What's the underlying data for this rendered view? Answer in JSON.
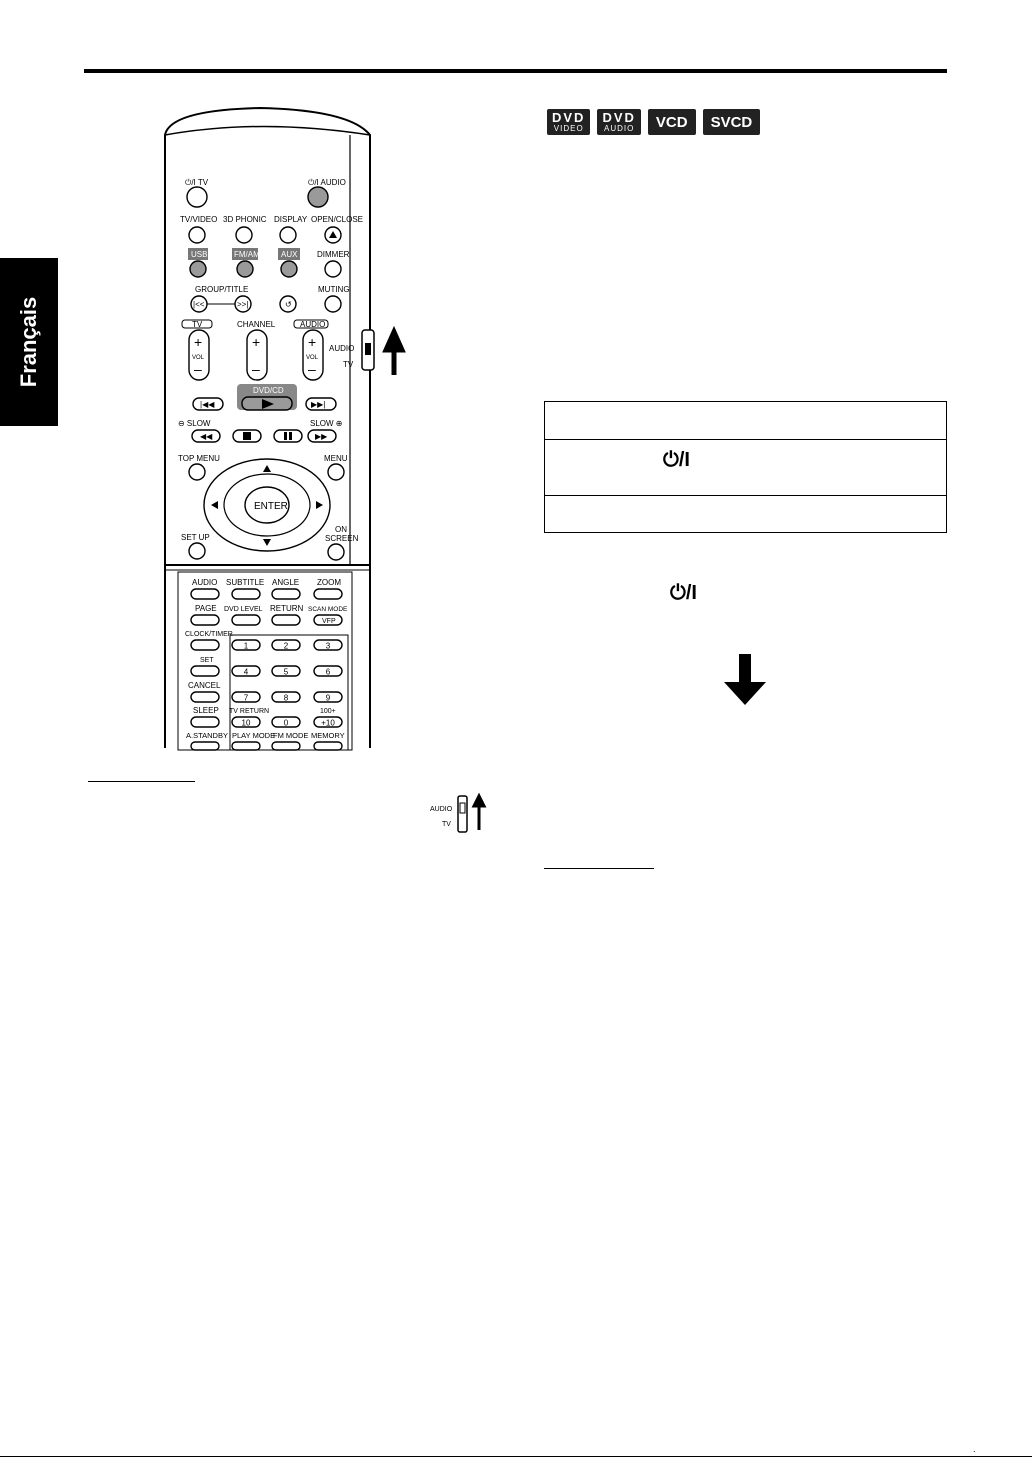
{
  "sidebar": {
    "language_tab": "Français"
  },
  "disc_logos": [
    {
      "top": "DVD",
      "bottom": "VIDEO"
    },
    {
      "top": "DVD",
      "bottom": "AUDIO"
    },
    {
      "single": "VCD"
    },
    {
      "single": "SVCD"
    }
  ],
  "remote": {
    "power_tv": "⏻/I TV",
    "power_audio": "⏻/I AUDIO",
    "tv_video": "TV/VIDEO",
    "phonic_3d": "3D PHONIC",
    "display": "DISPLAY",
    "open_close": "OPEN/CLOSE",
    "usb": "USB",
    "fm_am": "FM/AM",
    "aux": "AUX",
    "dimmer": "DIMMER",
    "group_title": "GROUP/TITLE",
    "muting": "MUTING",
    "tv_box": "TV",
    "channel": "CHANNEL",
    "audio_box": "AUDIO",
    "vol": "VOL",
    "switch_audio": "AUDIO",
    "switch_tv": "TV",
    "dvd_cd": "DVD/CD",
    "slow_minus": "⊖ SLOW",
    "slow_plus": "SLOW ⊕",
    "top_menu": "TOP MENU",
    "menu": "MENU",
    "enter": "ENTER",
    "set_up": "SET UP",
    "on_screen_1": "ON",
    "on_screen_2": "SCREEN",
    "audio": "AUDIO",
    "subtitle": "SUBTITLE",
    "angle": "ANGLE",
    "zoom": "ZOOM",
    "page": "PAGE",
    "dvd_level": "DVD LEVEL",
    "return": "RETURN",
    "scan_mode": "SCAN MODE",
    "vfp": "VFP",
    "clock_timer": "CLOCK/TIMER",
    "set": "SET",
    "cancel": "CANCEL",
    "sleep": "SLEEP",
    "tv_return": "TV RETURN",
    "hundred_plus": "100+",
    "plus_ten": "+10",
    "a_standby": "A.STANDBY",
    "play_mode": "PLAY MODE",
    "fm_mode": "FM MODE",
    "memory": "MEMORY",
    "digits": [
      "1",
      "2",
      "3",
      "4",
      "5",
      "6",
      "7",
      "8",
      "9",
      "10",
      "0"
    ]
  },
  "mini_switch": {
    "audio": "AUDIO",
    "tv": "TV"
  },
  "power_symbols": {
    "table_row": "⏻/I",
    "body": "⏻/I"
  },
  "page_marker": "."
}
